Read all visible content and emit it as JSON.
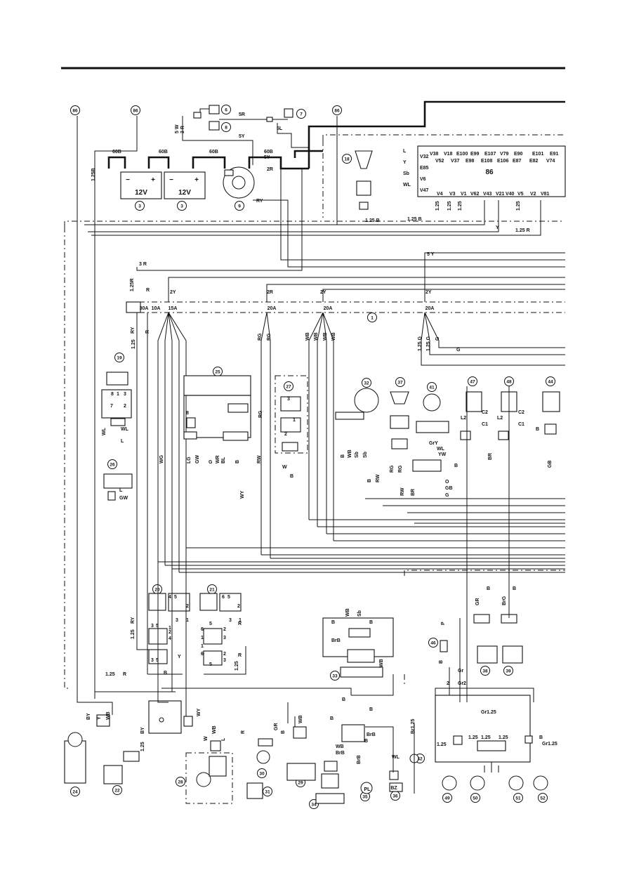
{
  "diagram": {
    "components": [
      {
        "id": "86a",
        "label": "86"
      },
      {
        "id": "86b",
        "label": "86"
      },
      {
        "id": "86c",
        "label": "86"
      },
      {
        "id": "86d",
        "label": "86"
      },
      {
        "id": "6",
        "label": "6"
      },
      {
        "id": "8",
        "label": "8"
      },
      {
        "id": "7",
        "label": "7"
      },
      {
        "id": "3a",
        "label": "3"
      },
      {
        "id": "3b",
        "label": "3"
      },
      {
        "id": "9",
        "label": "9"
      },
      {
        "id": "18",
        "label": "18"
      },
      {
        "id": "1",
        "label": "1"
      },
      {
        "id": "19",
        "label": "19"
      },
      {
        "id": "25",
        "label": "25"
      },
      {
        "id": "27",
        "label": "27"
      },
      {
        "id": "32",
        "label": "32"
      },
      {
        "id": "37",
        "label": "37"
      },
      {
        "id": "41",
        "label": "41"
      },
      {
        "id": "47",
        "label": "47"
      },
      {
        "id": "48",
        "label": "48"
      },
      {
        "id": "44",
        "label": "44"
      },
      {
        "id": "26",
        "label": "26"
      },
      {
        "id": "20",
        "label": "20"
      },
      {
        "id": "21",
        "label": "21"
      },
      {
        "id": "46",
        "label": "46"
      },
      {
        "id": "38",
        "label": "38"
      },
      {
        "id": "39",
        "label": "39"
      },
      {
        "id": "33",
        "label": "33"
      },
      {
        "id": "23",
        "label": "23"
      },
      {
        "id": "24",
        "label": "24"
      },
      {
        "id": "22",
        "label": "22"
      },
      {
        "id": "28",
        "label": "28"
      },
      {
        "id": "30",
        "label": "30"
      },
      {
        "id": "31",
        "label": "31"
      },
      {
        "id": "29",
        "label": "29"
      },
      {
        "id": "34",
        "label": "34"
      },
      {
        "id": "35",
        "label": "35"
      },
      {
        "id": "36",
        "label": "36"
      },
      {
        "id": "42",
        "label": "42"
      },
      {
        "id": "49",
        "label": "49"
      },
      {
        "id": "50",
        "label": "50"
      },
      {
        "id": "51",
        "label": "51"
      },
      {
        "id": "52",
        "label": "52"
      }
    ],
    "battery_voltage": "12V",
    "fuse_ratings": [
      "30A",
      "10A",
      "15A",
      "20A",
      "20A",
      "20A"
    ],
    "wire_labels_top": [
      "5R",
      "5 W",
      "3 R",
      "5Y",
      "5L",
      "60B",
      "60B",
      "60B",
      "60B",
      "5Y",
      "2R",
      "RY",
      "1.25 B",
      "1.25 B",
      "1.25B",
      "Y",
      "1.25 R",
      "5 Y",
      "3 R",
      "1.25R",
      "R",
      "2Y",
      "2R",
      "2Y",
      "2Y"
    ],
    "ecu_pins_top": [
      "V38",
      "V18",
      "E100",
      "E99",
      "E107",
      "V79",
      "E90",
      "E101",
      "E91",
      "V52",
      "V37",
      "E98",
      "E108",
      "E106",
      "E87",
      "E82",
      "V74"
    ],
    "ecu_pins_left": [
      "V32",
      "E85",
      "V6",
      "V47"
    ],
    "ecu_pins_bottom": [
      "V4",
      "V3",
      "V1",
      "V62",
      "V43",
      "V21",
      "V40",
      "V5",
      "V2",
      "V81"
    ],
    "ecu_wires_left": [
      "L",
      "Y",
      "Sb",
      "WL"
    ],
    "ecu_bottom_gauges": [
      "1.25",
      "1.25",
      "1.25",
      "1.25"
    ],
    "fuse_wires": [
      "RY",
      "R",
      "1.25",
      "RG",
      "RG",
      "WB",
      "WB",
      "WB",
      "WB",
      "1.25 G",
      "1.25 G",
      "G",
      "G"
    ],
    "switch_labels": [
      "WL",
      "L",
      "WL",
      "GW",
      "L",
      "8",
      "1",
      "3",
      "7",
      "2",
      "3",
      "2",
      "1",
      "8"
    ],
    "harness_labels": [
      "WG",
      "LG",
      "GW",
      "G",
      "WR",
      "BL",
      "WY",
      "RW",
      "B",
      "RG",
      "W",
      "B",
      "B",
      "WB",
      "Sb",
      "Sb",
      "B",
      "RW",
      "RG",
      "RG",
      "RW",
      "BR",
      "GrY",
      "WL",
      "YW",
      "B",
      "BR",
      "O",
      "GB",
      "G",
      "GB",
      "B",
      "L2",
      "C2",
      "C1",
      "L2",
      "C2",
      "C1"
    ],
    "lower_labels": [
      "RY",
      "1.25",
      "1.25",
      "R",
      "1.25",
      "R",
      "R",
      "B",
      "Y",
      "GR",
      "B",
      "BrG",
      "B",
      "WB",
      "Sb",
      "B",
      "B",
      "BrB",
      "WB",
      "B",
      "B",
      "P",
      "B",
      "2",
      "Gr",
      "2",
      "Gr",
      "BY",
      "Y",
      "WB",
      "BY",
      "1.25",
      "WY",
      "W",
      "WB",
      "L",
      "R",
      "GR",
      "B",
      "WB",
      "B",
      "BrB",
      "WB",
      "BrB",
      "B",
      "BrB",
      "WL",
      "Br1.25",
      "Gr1.25",
      "1.25",
      "1.25",
      "1.25",
      "1.25",
      "B",
      "Gr1.25"
    ],
    "lamp_codes": [
      "PL",
      "BZ"
    ],
    "relay_pins_20": [
      "4",
      "5",
      "2",
      "3",
      "1",
      "3",
      "5",
      "2",
      "4",
      "1",
      "3",
      "5"
    ],
    "relay_pins_21": [
      "6",
      "5",
      "2",
      "3",
      "1",
      "6",
      "2",
      "3",
      "1",
      "5",
      "1",
      "6",
      "2",
      "3",
      "5"
    ]
  }
}
